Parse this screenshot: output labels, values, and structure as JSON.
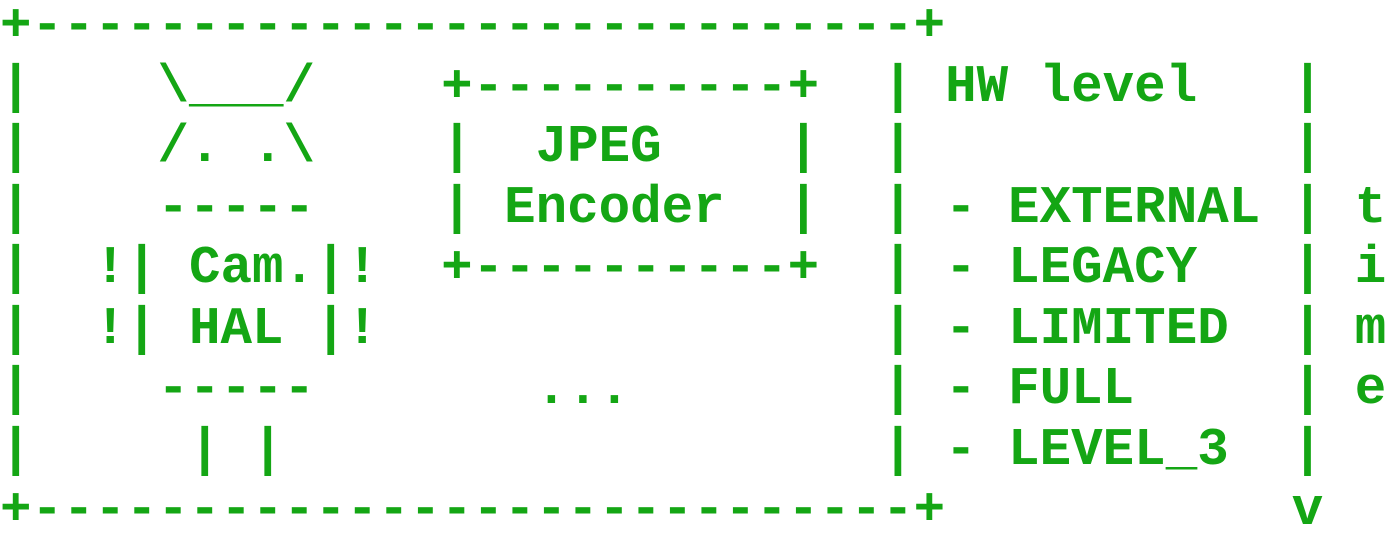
{
  "diagram": {
    "lines": [
      "+----------------------------+",
      "|    \\___/    +----------+  | HW level   |",
      "|    /. .\\    |  JPEG    |  |            |",
      "|    -----    | Encoder  |  | - EXTERNAL | t",
      "|  !| Cam.|!  +----------+  | - LEGACY   | i",
      "|  !| HAL |!                | - LIMITED  | m",
      "|    -----       ...        | - FULL     | e",
      "|     | |                   | - LEVEL_3  |",
      "+----------------------------+           v"
    ],
    "color": "#14a614"
  }
}
